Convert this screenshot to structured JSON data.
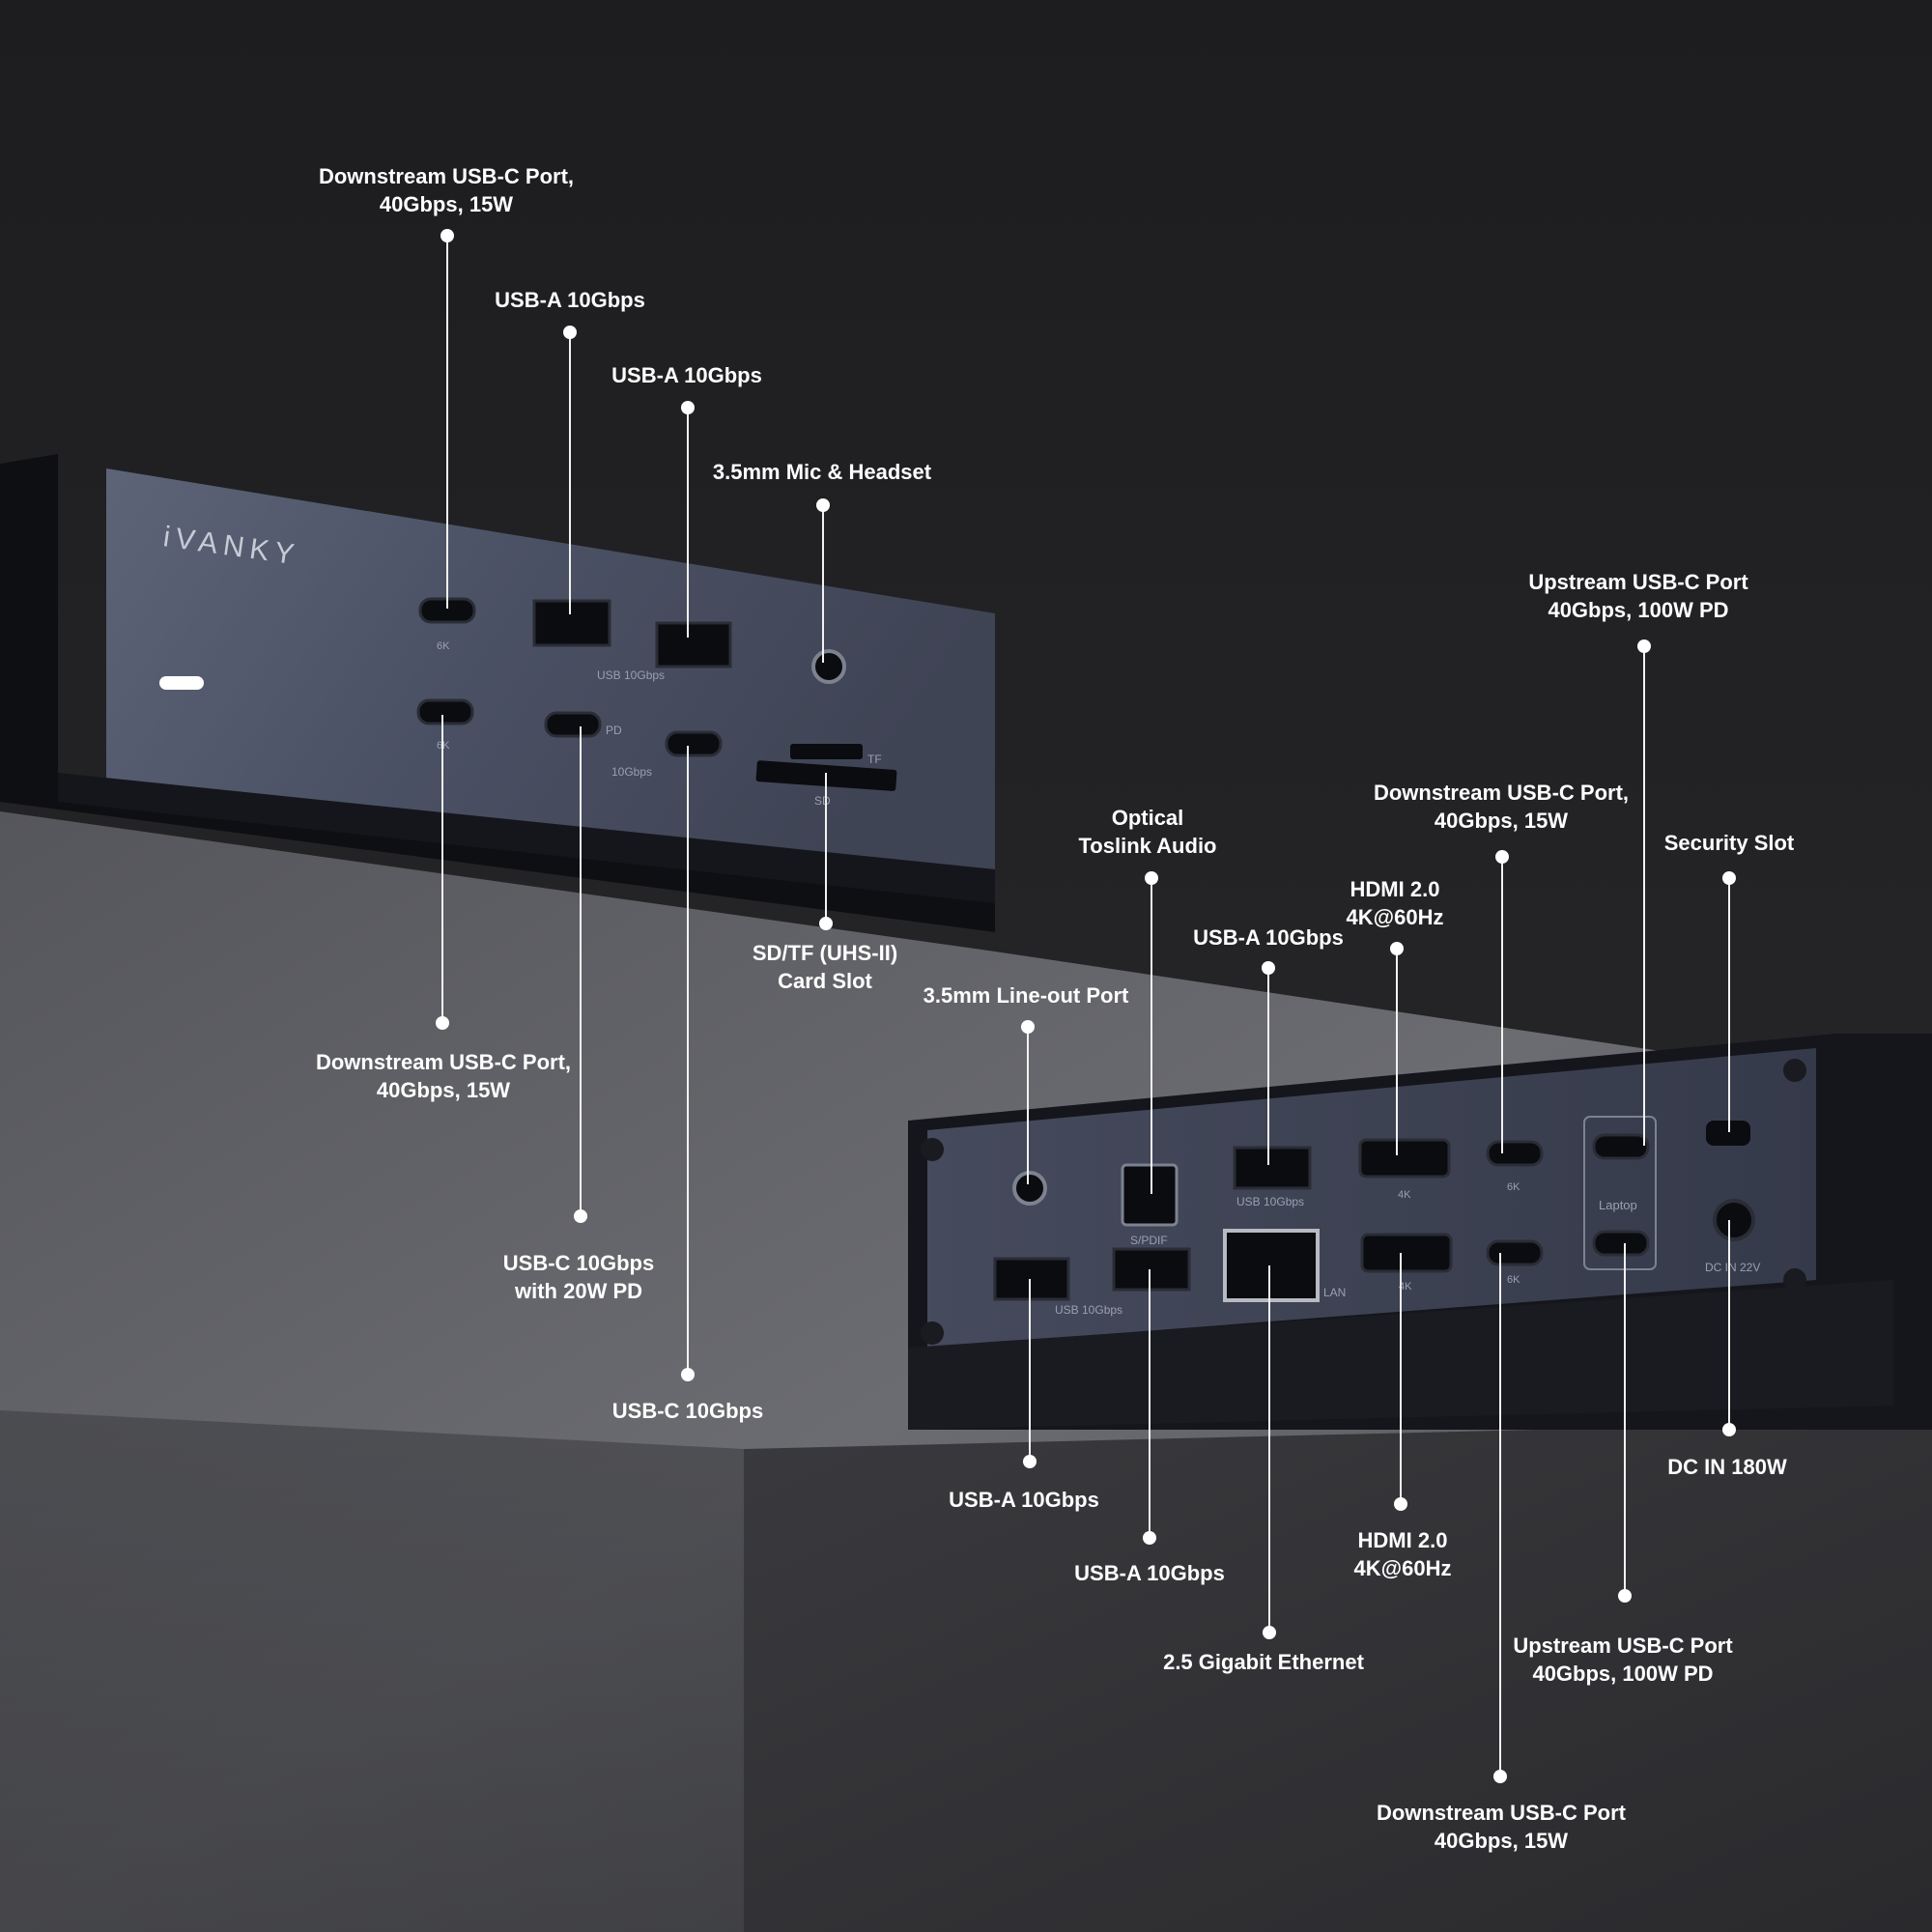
{
  "brand": "iVANKY",
  "front_panel": {
    "port_marks": {
      "mark_6k": "6K",
      "mark_usb": "USB 10Gbps",
      "mark_pd": "PD",
      "mark_10g": "10Gbps",
      "mark_tf": "TF",
      "mark_sd": "SD"
    },
    "callouts": [
      {
        "id": "front-usbc-down-top",
        "lines": [
          "Downstream USB-C Port,",
          "40Gbps, 15W"
        ]
      },
      {
        "id": "front-usba-1",
        "lines": [
          "USB-A 10Gbps"
        ]
      },
      {
        "id": "front-usba-2",
        "lines": [
          "USB-A 10Gbps"
        ]
      },
      {
        "id": "front-mic",
        "lines": [
          "3.5mm Mic & Headset"
        ]
      },
      {
        "id": "front-sd-tf",
        "lines": [
          "SD/TF (UHS-II)",
          "Card Slot"
        ]
      },
      {
        "id": "front-usbc-down-bottom",
        "lines": [
          "Downstream USB-C Port,",
          "40Gbps, 15W"
        ]
      },
      {
        "id": "front-usbc-pd",
        "lines": [
          "USB-C 10Gbps",
          "with 20W PD"
        ]
      },
      {
        "id": "front-usbc-10g",
        "lines": [
          "USB-C 10Gbps"
        ]
      }
    ]
  },
  "rear_panel": {
    "port_marks": {
      "mark_usb": "USB 10Gbps",
      "mark_spdif": "S/PDIF",
      "mark_lan": "LAN",
      "mark_4k": "4K",
      "mark_6k": "6K",
      "mark_laptop": "Laptop",
      "mark_dc": "DC IN 22V"
    },
    "callouts": [
      {
        "id": "rear-upstream-top",
        "lines": [
          "Upstream USB-C Port",
          "40Gbps, 100W PD"
        ]
      },
      {
        "id": "rear-downstream-top",
        "lines": [
          "Downstream USB-C Port,",
          "40Gbps, 15W"
        ]
      },
      {
        "id": "rear-security",
        "lines": [
          "Security Slot"
        ]
      },
      {
        "id": "rear-optical",
        "lines": [
          "Optical",
          "Toslink Audio"
        ]
      },
      {
        "id": "rear-hdmi-top",
        "lines": [
          "HDMI 2.0",
          "4K@60Hz"
        ]
      },
      {
        "id": "rear-usba-top",
        "lines": [
          "USB-A 10Gbps"
        ]
      },
      {
        "id": "rear-lineout",
        "lines": [
          "3.5mm Line-out Port"
        ]
      },
      {
        "id": "rear-dc",
        "lines": [
          "DC IN 180W"
        ]
      },
      {
        "id": "rear-usba-left",
        "lines": [
          "USB-A 10Gbps"
        ]
      },
      {
        "id": "rear-hdmi-bottom",
        "lines": [
          "HDMI 2.0",
          "4K@60Hz"
        ]
      },
      {
        "id": "rear-usba-mid",
        "lines": [
          "USB-A 10Gbps"
        ]
      },
      {
        "id": "rear-upstream-bottom",
        "lines": [
          "Upstream USB-C Port",
          "40Gbps, 100W PD"
        ]
      },
      {
        "id": "rear-ethernet",
        "lines": [
          "2.5 Gigabit Ethernet"
        ]
      },
      {
        "id": "rear-downstream-bottom",
        "lines": [
          "Downstream USB-C Port",
          "40Gbps, 15W"
        ]
      }
    ]
  }
}
